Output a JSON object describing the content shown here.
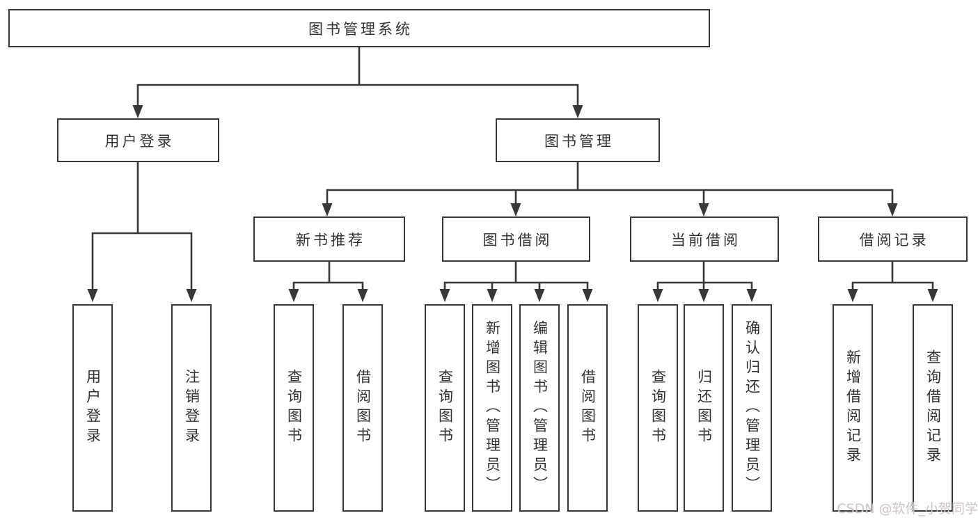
{
  "diagram": {
    "root": "图书管理系统",
    "level1": {
      "user_login": "用户登录",
      "book_management": "图书管理"
    },
    "level2": {
      "new_book_recommend": "新书推荐",
      "book_borrow": "图书借阅",
      "current_borrow": "当前借阅",
      "borrow_records": "借阅记录"
    },
    "leaves": [
      "用户登录",
      "注销登录",
      "查询图书",
      "借阅图书",
      "查询图书",
      "新增图书（管理员）",
      "编辑图书（管理员）",
      "借阅图书",
      "查询图书",
      "归还图书",
      "确认归还（管理员）",
      "新增借阅记录",
      "查询借阅记录"
    ]
  },
  "watermark": "CSDN @软件_小贺同学",
  "colors": {
    "line": "#383838",
    "text": "#333333",
    "background": "#ffffff",
    "watermark": "#ccc5c5"
  }
}
